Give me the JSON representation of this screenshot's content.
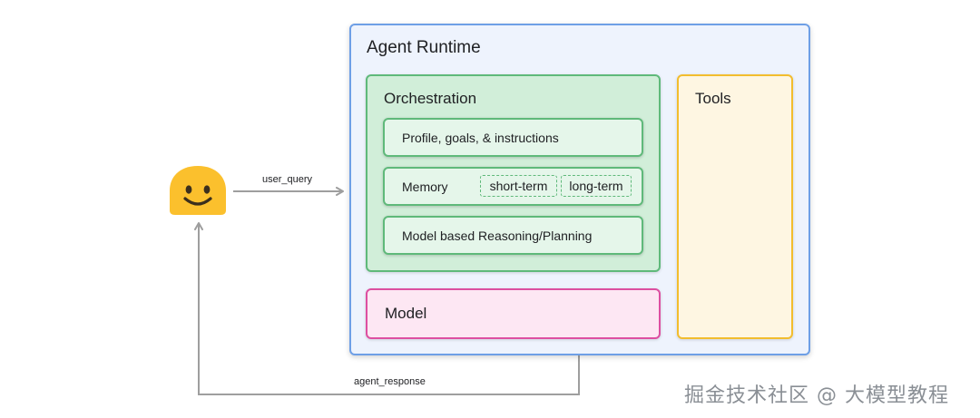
{
  "diagram": {
    "runtime": {
      "title": "Agent Runtime"
    },
    "orchestration": {
      "title": "Orchestration",
      "profile": "Profile, goals, & instructions",
      "memory": "Memory",
      "memory_tags": [
        "short-term",
        "long-term"
      ],
      "reasoning": "Model based Reasoning/Planning"
    },
    "model": {
      "title": "Model"
    },
    "tools": {
      "title": "Tools"
    },
    "edges": {
      "user_query": "user_query",
      "agent_response": "agent_response"
    },
    "user_icon": "smiley-face-icon"
  },
  "watermark": "掘金技术社区 @ 大模型教程",
  "colors": {
    "runtime_fill": "#eef3fd",
    "runtime_border": "#6e9fe6",
    "orchestration_fill": "#d1eed9",
    "orchestration_border": "#5fb97a",
    "model_fill": "#fde7f3",
    "model_border": "#dd4fa1",
    "tools_fill": "#fef6e2",
    "tools_border": "#f2bd2e",
    "arrow": "#9e9e9e",
    "face": "#fbc02d"
  }
}
